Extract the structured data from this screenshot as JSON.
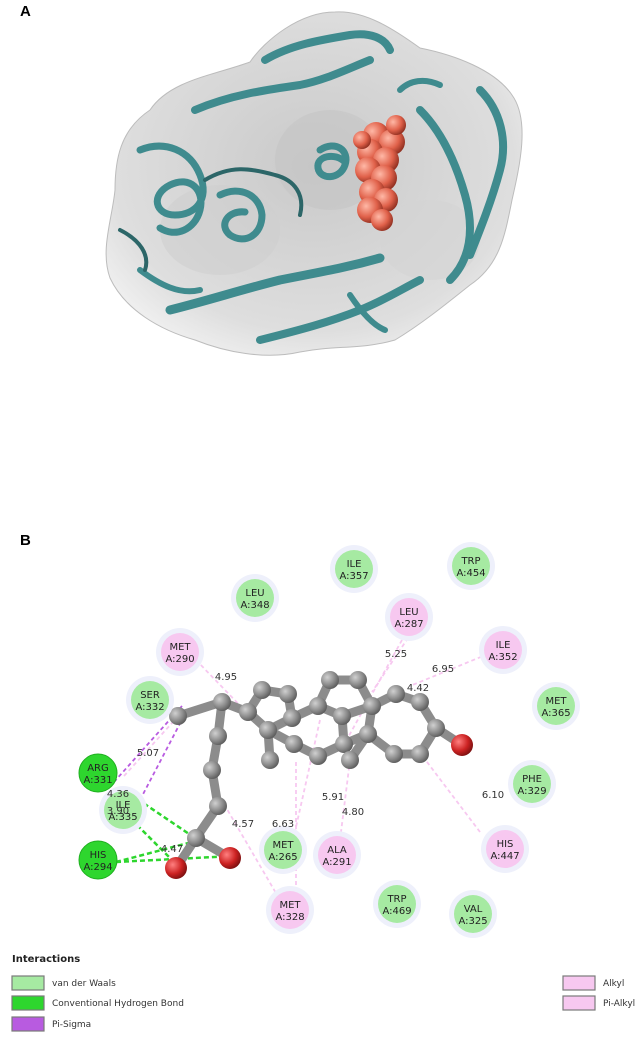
{
  "panels": {
    "a_label": "A",
    "b_label": "B"
  },
  "colors": {
    "protein_surface": "#d9d9d9",
    "ribbon": "#3f8b8e",
    "ligand_sphere": "#e0614a",
    "atom_carbon": "#8c8c8c",
    "atom_oxygen": "#cc2222",
    "van_der_waals": "#a6eaa2",
    "hydrogen_bond": "#2ed62e",
    "pi_sigma": "#b85be0",
    "alkyl": "#f7c8f0",
    "pi_alkyl": "#f7c8f0"
  },
  "residues": [
    {
      "name": "LEU",
      "id": "A:348",
      "type": "van_der_waals"
    },
    {
      "name": "ILE",
      "id": "A:357",
      "type": "van_der_waals"
    },
    {
      "name": "TRP",
      "id": "A:454",
      "type": "van_der_waals"
    },
    {
      "name": "LEU",
      "id": "A:287",
      "type": "alkyl"
    },
    {
      "name": "MET",
      "id": "A:290",
      "type": "alkyl"
    },
    {
      "name": "ILE",
      "id": "A:352",
      "type": "alkyl"
    },
    {
      "name": "SER",
      "id": "A:332",
      "type": "van_der_waals"
    },
    {
      "name": "MET",
      "id": "A:365",
      "type": "van_der_waals"
    },
    {
      "name": "ARG",
      "id": "A:331",
      "type": "hydrogen_bond"
    },
    {
      "name": "PHE",
      "id": "A:329",
      "type": "van_der_waals"
    },
    {
      "name": "ILE",
      "id": "A:335",
      "type": "van_der_waals"
    },
    {
      "name": "HIS",
      "id": "A:294",
      "type": "hydrogen_bond"
    },
    {
      "name": "MET",
      "id": "A:265",
      "type": "van_der_waals"
    },
    {
      "name": "ALA",
      "id": "A:291",
      "type": "alkyl"
    },
    {
      "name": "HIS",
      "id": "A:447",
      "type": "alkyl"
    },
    {
      "name": "TRP",
      "id": "A:469",
      "type": "van_der_waals"
    },
    {
      "name": "VAL",
      "id": "A:325",
      "type": "van_der_waals"
    },
    {
      "name": "MET",
      "id": "A:328",
      "type": "alkyl"
    }
  ],
  "distances": [
    "4.95",
    "5.25",
    "4.42",
    "6.95",
    "5.07",
    "4.36",
    "3.90",
    "4.57",
    "4.47",
    "6.63",
    "5.91",
    "4.80",
    "6.10"
  ],
  "legend": {
    "title": "Interactions",
    "items": [
      {
        "label": "van der Waals",
        "type": "van_der_waals"
      },
      {
        "label": "Conventional Hydrogen Bond",
        "type": "hydrogen_bond"
      },
      {
        "label": "Pi-Sigma",
        "type": "pi_sigma"
      },
      {
        "label": "Alkyl",
        "type": "alkyl"
      },
      {
        "label": "Pi-Alkyl",
        "type": "pi_alkyl"
      }
    ]
  }
}
